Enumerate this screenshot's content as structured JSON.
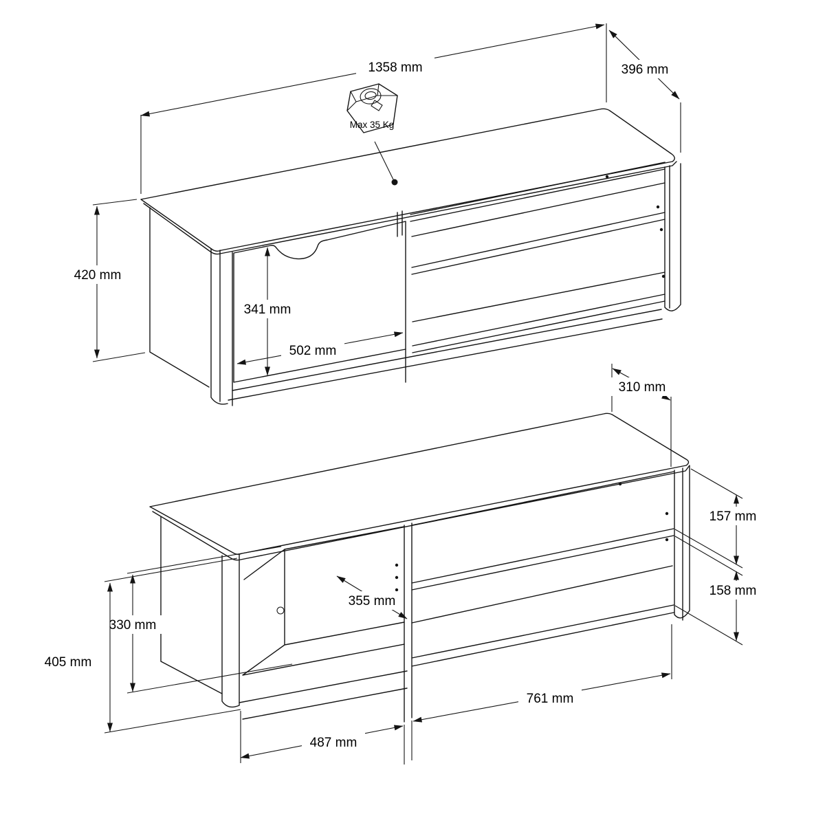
{
  "page": {
    "background": "#ffffff",
    "ink": "#141414"
  },
  "front_view": {
    "width": "1358 mm",
    "depth": "396 mm",
    "height": "420 mm",
    "door_height": "341 mm",
    "door_width": "502 mm",
    "max_load": "Max 35 Kg"
  },
  "rear_view": {
    "top_depth": "310 mm",
    "upper_shelf_space": "157 mm",
    "lower_shelf_space": "158 mm",
    "interior_height": "330 mm",
    "total_height": "405 mm",
    "interior_depth": "355 mm",
    "left_section_width": "487 mm",
    "right_section_width": "761 mm"
  }
}
